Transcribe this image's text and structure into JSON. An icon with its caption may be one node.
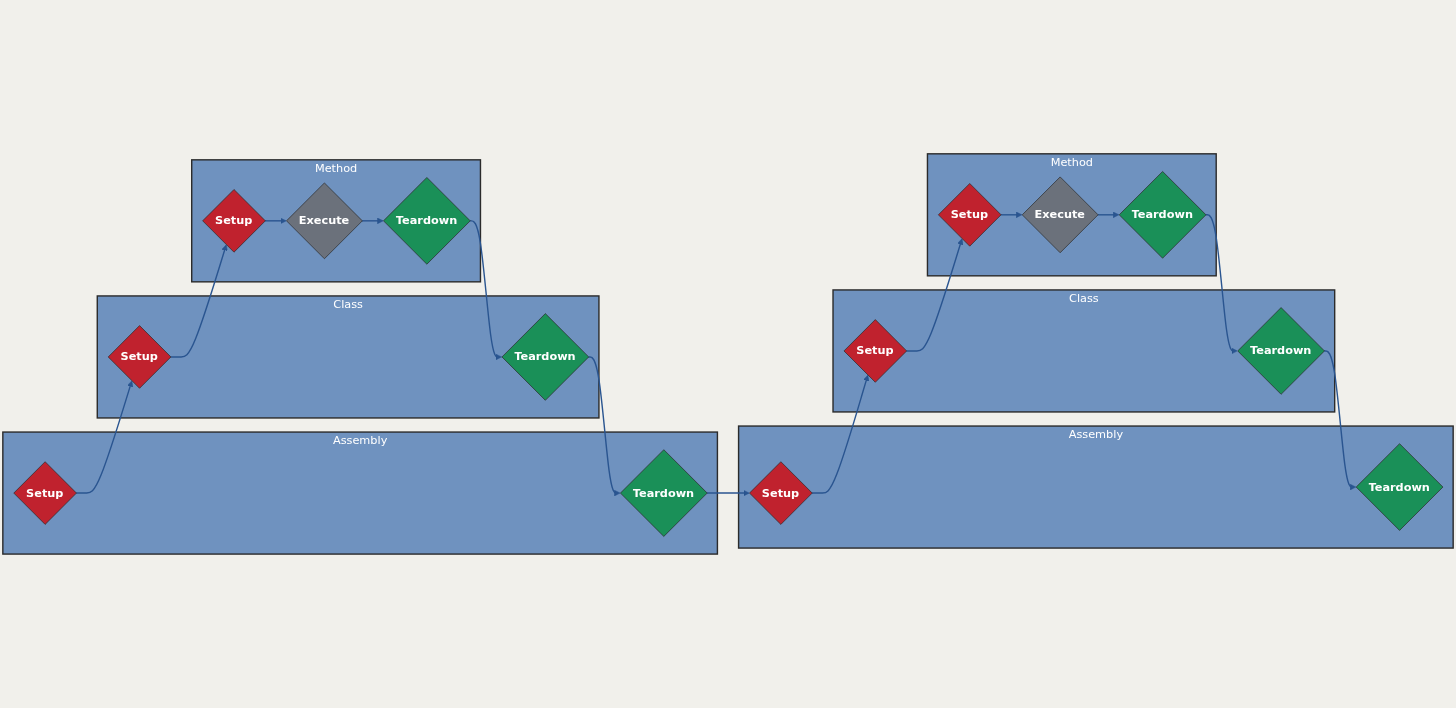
{
  "diagram": {
    "nodes": [
      {
        "text": [
          "Assembly"
        ]
      },
      {
        "text": [
          "Setup"
        ],
        "in": 0
      },
      {
        "text": [
          "Teardown"
        ],
        "in": 0
      },
      {
        "text": [
          "Class"
        ]
      },
      {
        "text": [
          "Setup"
        ],
        "in": 3
      },
      {
        "text": [
          "Teardown"
        ],
        "in": 3
      },
      {
        "text": [
          "Method"
        ]
      },
      {
        "text": [
          "Setup"
        ],
        "in": 6
      },
      {
        "text": [
          "Execute"
        ],
        "in": 6
      },
      {
        "text": [
          "Teardown"
        ],
        "in": 6
      },
      {
        "text": [
          "Assembly"
        ]
      },
      {
        "text": [
          "Setup"
        ],
        "in": 10
      },
      {
        "text": [
          "Teardown"
        ],
        "in": 10
      },
      {
        "text": [
          "Class"
        ]
      },
      {
        "text": [
          "Setup"
        ],
        "in": 13
      },
      {
        "text": [
          "Teardown"
        ],
        "in": 13
      },
      {
        "text": [
          "Method"
        ]
      },
      {
        "text": [
          "Setup"
        ],
        "in": 16
      },
      {
        "text": [
          "Execute"
        ],
        "in": 16
      },
      {
        "text": [
          "Teardown"
        ],
        "in": 16
      }
    ],
    "edges": [
      {
        "from": 1,
        "to": 4,
        "arrow": "to"
      },
      {
        "from": 4,
        "to": 7,
        "arrow": "to"
      },
      {
        "from": 7,
        "to": 8,
        "arrow": "to"
      },
      {
        "from": 8,
        "to": 9,
        "arrow": "to"
      },
      {
        "from": 9,
        "to": 5,
        "arrow": "to"
      },
      {
        "from": 5,
        "to": 2,
        "arrow": "to"
      },
      {
        "from": 2,
        "to": 11,
        "arrow": "to"
      },
      {
        "from": 11,
        "to": 14,
        "arrow": "to"
      },
      {
        "from": 14,
        "to": 17,
        "arrow": "to"
      },
      {
        "from": 17,
        "to": 18,
        "arrow": "to"
      },
      {
        "from": 18,
        "to": 19,
        "arrow": "to"
      },
      {
        "from": 19,
        "to": 15,
        "arrow": "to"
      },
      {
        "from": 15,
        "to": 12,
        "arrow": "to"
      }
    ]
  }
}
